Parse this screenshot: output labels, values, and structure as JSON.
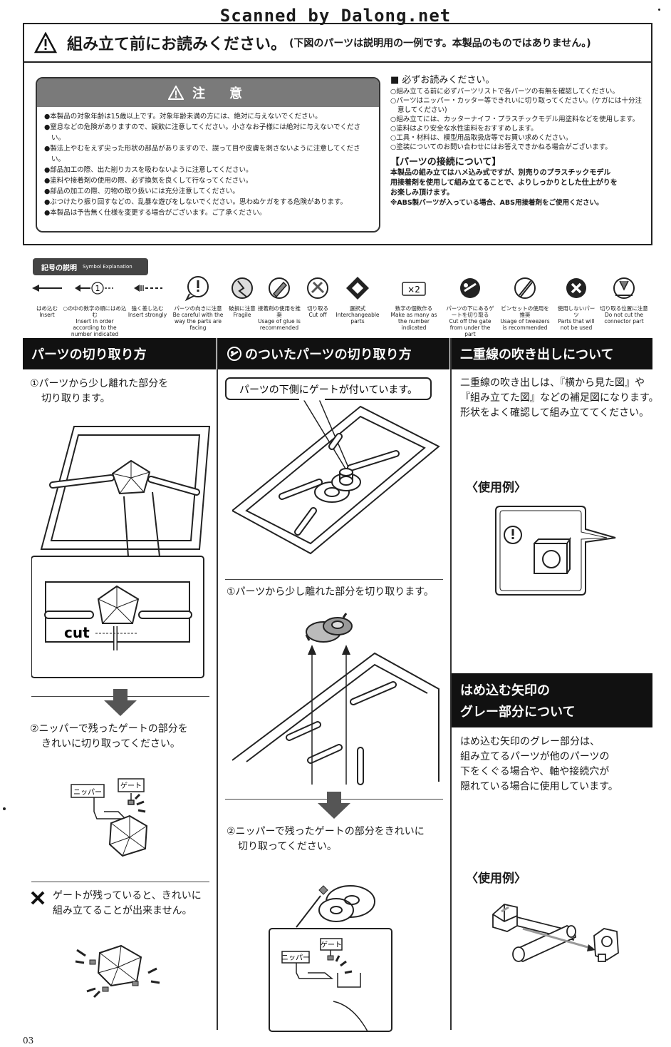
{
  "watermark": "Scanned by Dalong.net",
  "header": {
    "title": "組み立て前にお読みください。",
    "subtitle": "(下図のパーツは説明用の一例です。本製品のものではありません。)"
  },
  "caution": {
    "title": "注　意",
    "items": [
      "●本製品の対象年齢は15歳以上です。対象年齢未満の方には、絶対に与えないでください。",
      "●窒息などの危険がありますので、誤飲に注意してください。小さなお子様には絶対に与えないでください。",
      "●製法上やむをえず尖った形状の部品がありますので、誤って目や皮膚を刺さないように注意してください。",
      "●部品加工の際、出た削りカスを吸わないように注意してください。",
      "●塗料や接着剤の使用の際、必ず換気を良くして行なってください。",
      "●部品の加工の際、刃物の取り扱いには充分注意してください。",
      "●ぶつけたり振り回すなどの、乱暴な遊びをしないでください。思わぬケガをする危険があります。",
      "●本製品は予告無く仕様を変更する場合がございます。ご了承ください。"
    ]
  },
  "read_first": {
    "title": "■ 必ずお読みください。",
    "items": [
      "○組み立てる前に必ずパーツリストで各パーツの有無を確認してください。",
      "○パーツはニッパー・カッター等できれいに切り取ってください。(ケガには十分注意してください)",
      "○組み立てには、カッターナイフ・プラスチックモデル用塗料などを使用します。",
      "○塗料はより安全な水性塗料をおすすめします。",
      "○工具・材料は、模型用品取扱店等でお買い求めください。",
      "○塗装についてのお問い合わせにはお答えできかねる場合がございます。"
    ],
    "connect_title": "【パーツの接続について】",
    "connect_lines": [
      "本製品の組み立てはハメ込み式ですが、別売りのプラスチックモデル",
      "用接着剤を使用して組み立てることで、よりしっかりとした仕上がりを",
      "お楽しみ頂けます。"
    ],
    "connect_note": "※ABS製パーツが入っている場合、ABS用接着剤をご使用ください。"
  },
  "symbols": {
    "tag": "記号の説明",
    "tag_en": "Symbol Explanation",
    "items": [
      {
        "ja": "はめ込む",
        "en": "Insert"
      },
      {
        "ja": "○の中の数字の順にはめ込む",
        "en": "Insert in order according to the number indicated"
      },
      {
        "ja": "強く差し込む",
        "en": "Insert strongly"
      },
      {
        "ja": "パーツの向きに注意",
        "en": "Be careful with the way the parts are facing"
      },
      {
        "ja": "破損に注意",
        "en": "Fragile"
      },
      {
        "ja": "接着剤の使用を推奨",
        "en": "Usage of glue is recommended"
      },
      {
        "ja": "切り取る",
        "en": "Cut off"
      },
      {
        "ja": "選択式",
        "en": "Interchangeable parts"
      },
      {
        "ja": "数字の個数作る",
        "en": "Make as many as the number indicated"
      },
      {
        "ja": "パーツの下にあるゲートを切り取る",
        "en": "Cut off the gate from under the part"
      },
      {
        "ja": "ピンセットの使用を推奨",
        "en": "Usage of tweezers is recommended"
      },
      {
        "ja": "使用しないパーツ",
        "en": "Parts that will not be used"
      },
      {
        "ja": "切り取る位置に注意",
        "en": "Do not cut the connector part"
      }
    ],
    "circled_one": "1",
    "times_two": "×2"
  },
  "col1": {
    "title": "パーツの切り取り方",
    "step1_a": "①パーツから少し離れた部分を",
    "step1_b": "切り取ります。",
    "cut_label": "cut",
    "step2_a": "②ニッパーで残ったゲートの部分を",
    "step2_b": "きれいに切り取ってください。",
    "nipper": "ニッパー",
    "gate": "ゲート",
    "warn_a": "ゲートが残っていると、きれいに",
    "warn_b": "組み立てることが出来ません。"
  },
  "col2": {
    "title": "のついたパーツの切り取り方",
    "callout": "パーツの下側にゲートが付いています。",
    "step1": "①パーツから少し離れた部分を切り取ります。",
    "step2_a": "②ニッパーで残ったゲートの部分をきれいに",
    "step2_b": "切り取ってください。",
    "nipper": "ニッパー",
    "gate": "ゲート"
  },
  "col3": {
    "title": "二重線の吹き出しについて",
    "text_a": "二重線の吹き出しは、『横から見た図』や",
    "text_b": "『組み立てた図』などの補足図になります。",
    "text_c": "形状をよく確認して組み立ててください。",
    "example": "〈使用例〉",
    "title2_a": "はめ込む矢印の",
    "title2_b": "グレー部分について",
    "text2_a": "はめ込む矢印のグレー部分は、",
    "text2_b": "組み立てるパーツが他のパーツの",
    "text2_c": "下をくぐる場合や、軸や接続穴が",
    "text2_d": "隠れている場合に使用しています。",
    "example2": "〈使用例〉"
  },
  "page_number": "03"
}
